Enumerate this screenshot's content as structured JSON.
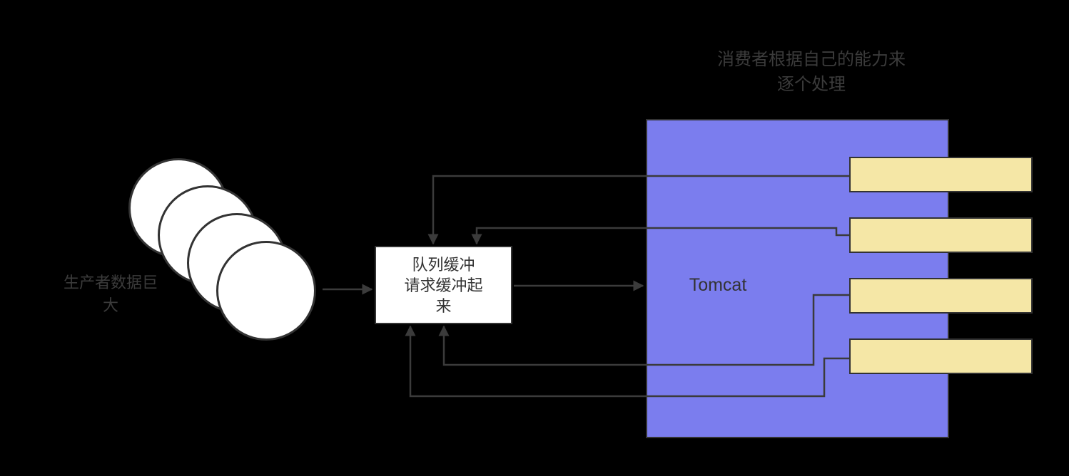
{
  "title": "消费者根据自己的能力来\n逐个处理",
  "producer": {
    "label": "生产者数据巨\n大",
    "circle_count": 4
  },
  "queue": {
    "label": "队列缓冲\n请求缓冲起\n来"
  },
  "server": {
    "label": "Tomcat",
    "thread_count": 4
  },
  "edges": [
    {
      "from": "producer-circles",
      "to": "queue-box",
      "enters": "left"
    },
    {
      "from": "queue-box",
      "to": "tomcat-box",
      "enters": "left"
    },
    {
      "from": "thread-1",
      "to": "queue-box",
      "enters": "top"
    },
    {
      "from": "thread-2",
      "to": "queue-box",
      "enters": "top"
    },
    {
      "from": "thread-3",
      "to": "queue-box",
      "enters": "bottom"
    },
    {
      "from": "thread-4",
      "to": "queue-box",
      "enters": "bottom"
    }
  ],
  "colors": {
    "background": "#000000",
    "server_fill": "#7B7DEE",
    "thread_fill": "#F5E7A6",
    "node_fill": "#FFFFFF",
    "ink": "#3B3B3B"
  }
}
